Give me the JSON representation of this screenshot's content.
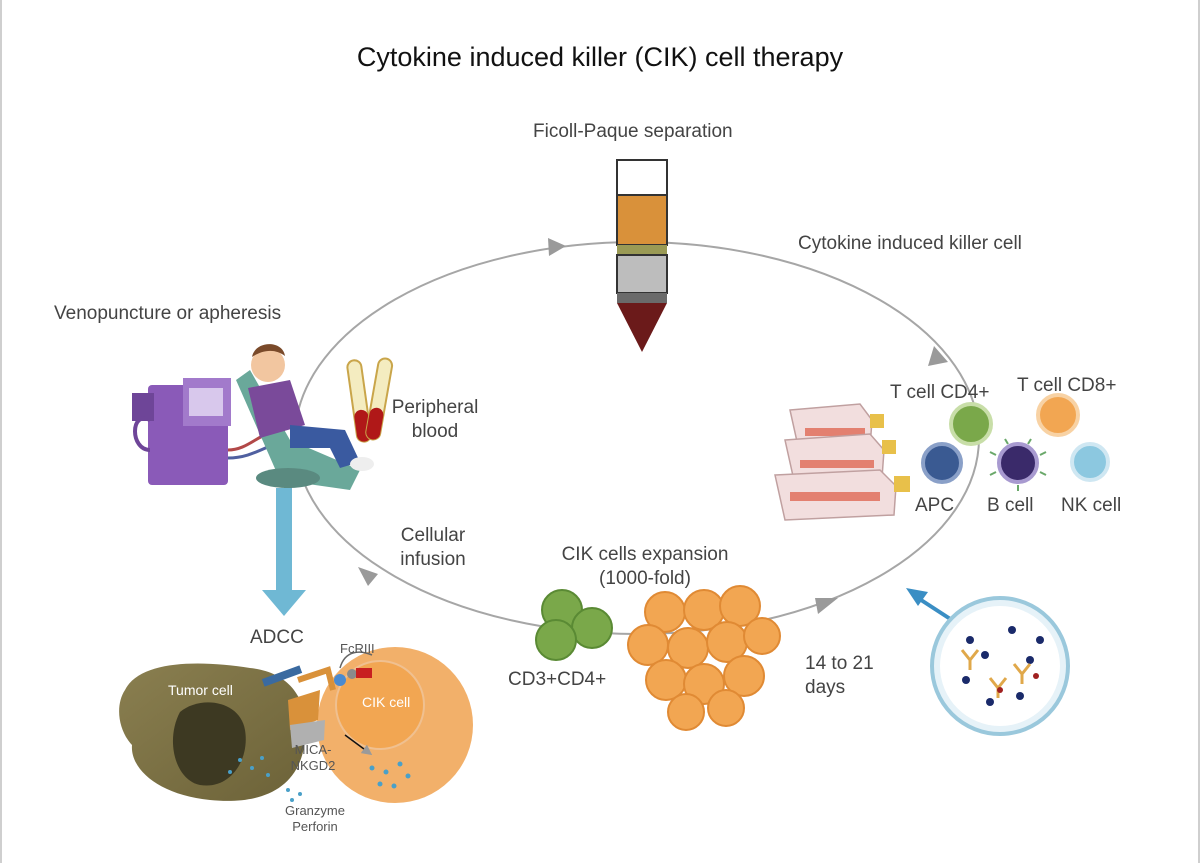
{
  "title": "Cytokine induced killer (CIK) cell therapy",
  "labels": {
    "ficoll": "Ficoll-Paque separation",
    "cik_cell_label": "Cytokine induced killer cell",
    "venopuncture": "Venopuncture or apheresis",
    "peripheral": "Peripheral",
    "blood": "blood",
    "t_cell_cd4": "T cell CD4+",
    "t_cell_cd8": "T cell CD8+",
    "apc": "APC",
    "b_cell": "B cell",
    "nk_cell": "NK cell",
    "cellular": "Cellular",
    "infusion": "infusion",
    "expansion_1": "CIK cells expansion",
    "expansion_2": "(1000-fold)",
    "cd3cd4": "CD3+CD4+",
    "days_1": "14 to 21",
    "days_2": "days",
    "adcc": "ADCC",
    "fcriii": "FcRIII",
    "tumor_cell": "Tumor cell",
    "cik_cell": "CIK cell",
    "mica": "MICA-",
    "nkgd2": "NKGD2",
    "granzyme": "Granzyme",
    "perforin": "Perforin"
  },
  "colors": {
    "cycle_arrow": "#9a9a9a",
    "blue_arrow": "#6fb8d4",
    "tube_orange": "#d9913a",
    "tube_gray": "#bdbdbd",
    "tube_red": "#6b1a1a",
    "cd4_green": "#7aa84a",
    "cd8_orange": "#f2a652",
    "apc_blue": "#3a5a92",
    "b_cell_purple": "#3a2a6a",
    "nk_blue": "#8cc8e0",
    "tumor": "#7a7044",
    "cik_orange": "#f2b06a",
    "machine_purple": "#8a5ab8"
  }
}
